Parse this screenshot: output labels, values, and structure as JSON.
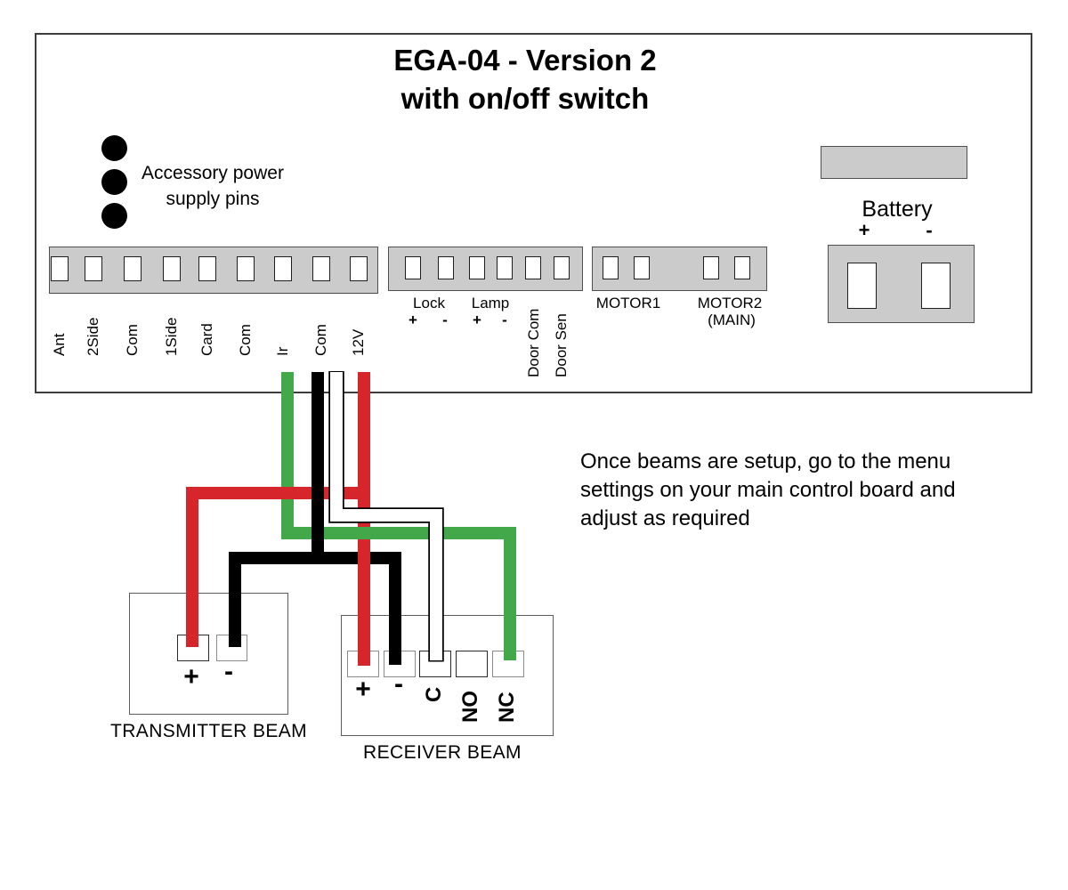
{
  "title": {
    "line1": "EGA-04 - Version 2",
    "line2": "with on/off switch"
  },
  "accessory_pins": {
    "line1": "Accessory power",
    "line2": "supply pins"
  },
  "strip1": {
    "labels": [
      "Ant",
      "2Side",
      "Com",
      "1Side",
      "Card",
      "Com",
      "Ir",
      "Com",
      "12V"
    ]
  },
  "strip2": {
    "lock_label": "Lock",
    "lamp_label": "Lamp",
    "plus": "+",
    "minus": "-",
    "door_com": "Door Com",
    "door_sen": "Door Sen"
  },
  "strip3": {
    "motor1": "MOTOR1",
    "motor2": "MOTOR2",
    "main": "(MAIN)"
  },
  "battery": {
    "label": "Battery",
    "plus": "+",
    "minus": "-"
  },
  "note": {
    "line1": "Once beams are setup, go to the menu",
    "line2": "settings on your main control board and",
    "line3": "adjust as required"
  },
  "transmitter": {
    "caption": "TRANSMITTER BEAM",
    "plus": "+",
    "minus": "-"
  },
  "receiver": {
    "caption": "RECEIVER BEAM",
    "labels": {
      "plus": "+",
      "minus": "-",
      "c": "C",
      "no": "NO",
      "nc": "NC"
    }
  },
  "colors": {
    "wire_red": "#d6262c",
    "wire_green": "#43a84a",
    "wire_black": "#000000",
    "wire_white": "#ffffff",
    "strip_gray": "#cbcbcb"
  }
}
